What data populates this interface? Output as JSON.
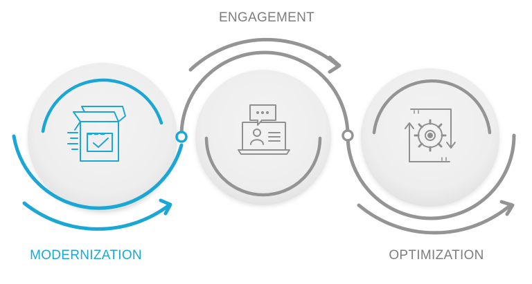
{
  "colors": {
    "accent": "#1aa7d6",
    "gray": "#949494",
    "disc": "#efefef",
    "disc_shadow": "#d9d9d9",
    "label_gray": "#7d7d7d"
  },
  "stages": [
    {
      "label": "MODERNIZATION",
      "icon": "box-checklist-icon",
      "active": true
    },
    {
      "label": "ENGAGEMENT",
      "icon": "laptop-chat-user-icon",
      "active": false
    },
    {
      "label": "OPTIMIZATION",
      "icon": "gear-cycle-icon",
      "active": false
    }
  ]
}
